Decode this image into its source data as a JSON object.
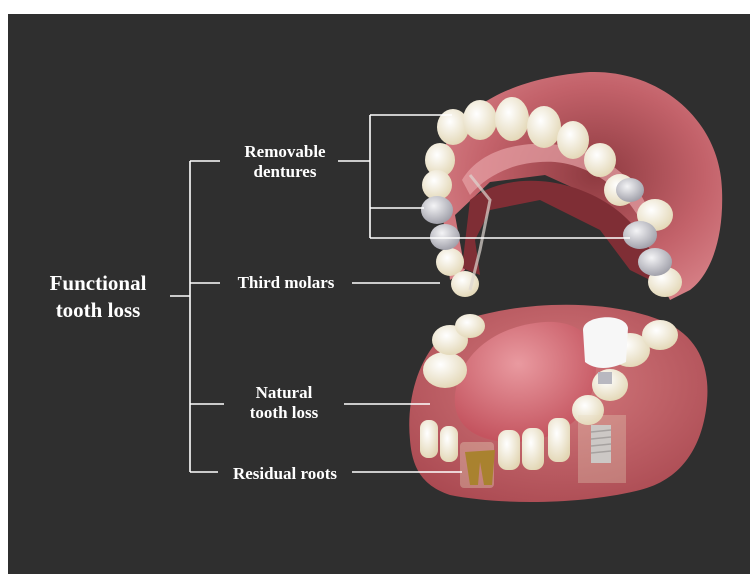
{
  "diagram": {
    "root_label": "Functional\ntooth loss",
    "branches": [
      {
        "label": "Removable\ndentures"
      },
      {
        "label": "Third molars"
      },
      {
        "label": "Natural\ntooth loss"
      },
      {
        "label": "Residual roots"
      }
    ]
  },
  "colors": {
    "background": "#2f2f2f",
    "text": "#ffffff",
    "connector": "#ffffff",
    "gum": "#c7646a",
    "tooth": "#f2ead2",
    "tongue": "#d9707a",
    "metal_crown": "#c9c9cf",
    "decayed_root": "#a9822f"
  }
}
